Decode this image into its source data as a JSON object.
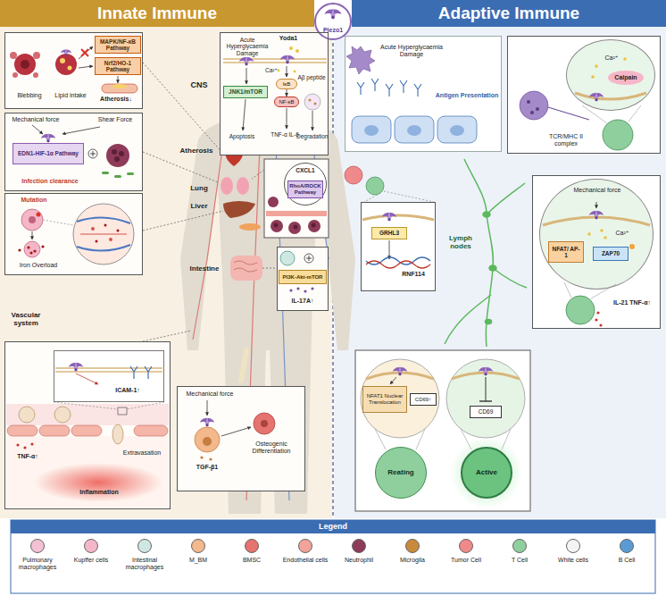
{
  "diagram": {
    "nodes": [
      {
        "text": [
          "Innate Immune"
        ]
      },
      {
        "text": [
          "Piezo1"
        ]
      },
      {
        "text": [
          "Adaptive Immune"
        ]
      },
      {
        "text": [
          "Blebbing",
          "Lipid intake",
          "Atherosis↓"
        ]
      },
      {
        "text": [
          "MAPK/NF-κB Pathway"
        ],
        "in": 3
      },
      {
        "text": [
          "Nrf2/HO-1 Pathway"
        ],
        "in": 3
      },
      {
        "text": [
          "Mechanical force",
          "Shear Force",
          "Infection clearance"
        ]
      },
      {
        "text": [
          "EDN1-HIF-1α Pathway"
        ],
        "in": 6
      },
      {
        "text": [
          "Mutation",
          "Iron Overload"
        ]
      },
      {
        "text": [
          "Acute Hyperglycaemia Damage",
          "Yoda1",
          "Ca²⁺",
          "Aβ peptide",
          "Apoptosis",
          "TNF-α IL-6",
          "Degradation"
        ]
      },
      {
        "text": [
          "JNK1/mTOR"
        ],
        "in": 9
      },
      {
        "text": [
          "IκB"
        ],
        "in": 9
      },
      {
        "text": [
          "NF-κB"
        ],
        "in": 9
      },
      {
        "text": [
          "CXCL1"
        ]
      },
      {
        "text": [
          "RhoA/ROCK Pathway"
        ],
        "in": 13
      },
      {
        "text": [
          "IL-17A↑"
        ]
      },
      {
        "text": [
          "PI3K-Akt-mTOR"
        ],
        "in": 15
      },
      {
        "text": [
          "TNF-α↑",
          "Extravasation",
          "Inflammation"
        ]
      },
      {
        "text": [
          "ICAM-1↑"
        ],
        "in": 17
      },
      {
        "text": [
          "Mechanical force",
          "TGF-β1",
          "Osteogenic Differentiation"
        ]
      },
      {
        "text": [
          "Acute Hyperglycaemia Damage",
          "Antigen Presentation"
        ]
      },
      {
        "text": [
          "TCR/MHC II complex"
        ]
      },
      {
        "text": [
          "Ca²⁺",
          "Calpain"
        ],
        "in": 21
      },
      {
        "text": [
          "RNF114"
        ]
      },
      {
        "text": [
          "GRHL3"
        ],
        "in": 23
      },
      {
        "text": [
          "IL-21 TNF-α↑"
        ]
      },
      {
        "text": [
          "Mechanical force",
          "Ca²⁺"
        ],
        "in": 25
      },
      {
        "text": [
          "NFAT/ AP-1"
        ],
        "in": 26
      },
      {
        "text": [
          "ZAP70"
        ],
        "in": 26
      },
      {
        "text": [
          "NFAT1 Nuclear Translocation"
        ]
      },
      {
        "text": [
          "CD69↑"
        ]
      },
      {
        "text": [
          "Reating"
        ]
      },
      {
        "text": [
          "CD69"
        ]
      },
      {
        "text": [
          "Active"
        ]
      }
    ],
    "edges": [
      {
        "from": 11,
        "to": 12,
        "arrow": "to"
      }
    ],
    "labels": [
      "CNS",
      "Atherosis",
      "Lung",
      "Liver",
      "Intestine",
      "Vascular system",
      "Lymph nodes",
      "Legend"
    ],
    "legend": [
      {
        "text": "Pulmonary macrophages",
        "color": "#f3c1d3"
      },
      {
        "text": "Kupffer cells",
        "color": "#f4b6c8"
      },
      {
        "text": "Intestinal macrophages",
        "color": "#cfe7e2"
      },
      {
        "text": "M_BM",
        "color": "#f3b88c"
      },
      {
        "text": "BMSC",
        "color": "#e5736f"
      },
      {
        "text": "Endothelial cells",
        "color": "#f2a39a"
      },
      {
        "text": "Neutrophil",
        "color": "#8e3a59"
      },
      {
        "text": "Microglia",
        "color": "#c98a3c"
      },
      {
        "text": "Tumor Cell",
        "color": "#f08a8a"
      },
      {
        "text": "T Cell",
        "color": "#8fcf9d"
      },
      {
        "text": "White cells",
        "color": "#f4f4f4"
      },
      {
        "text": "B Cell",
        "color": "#5b9bd5"
      }
    ]
  }
}
